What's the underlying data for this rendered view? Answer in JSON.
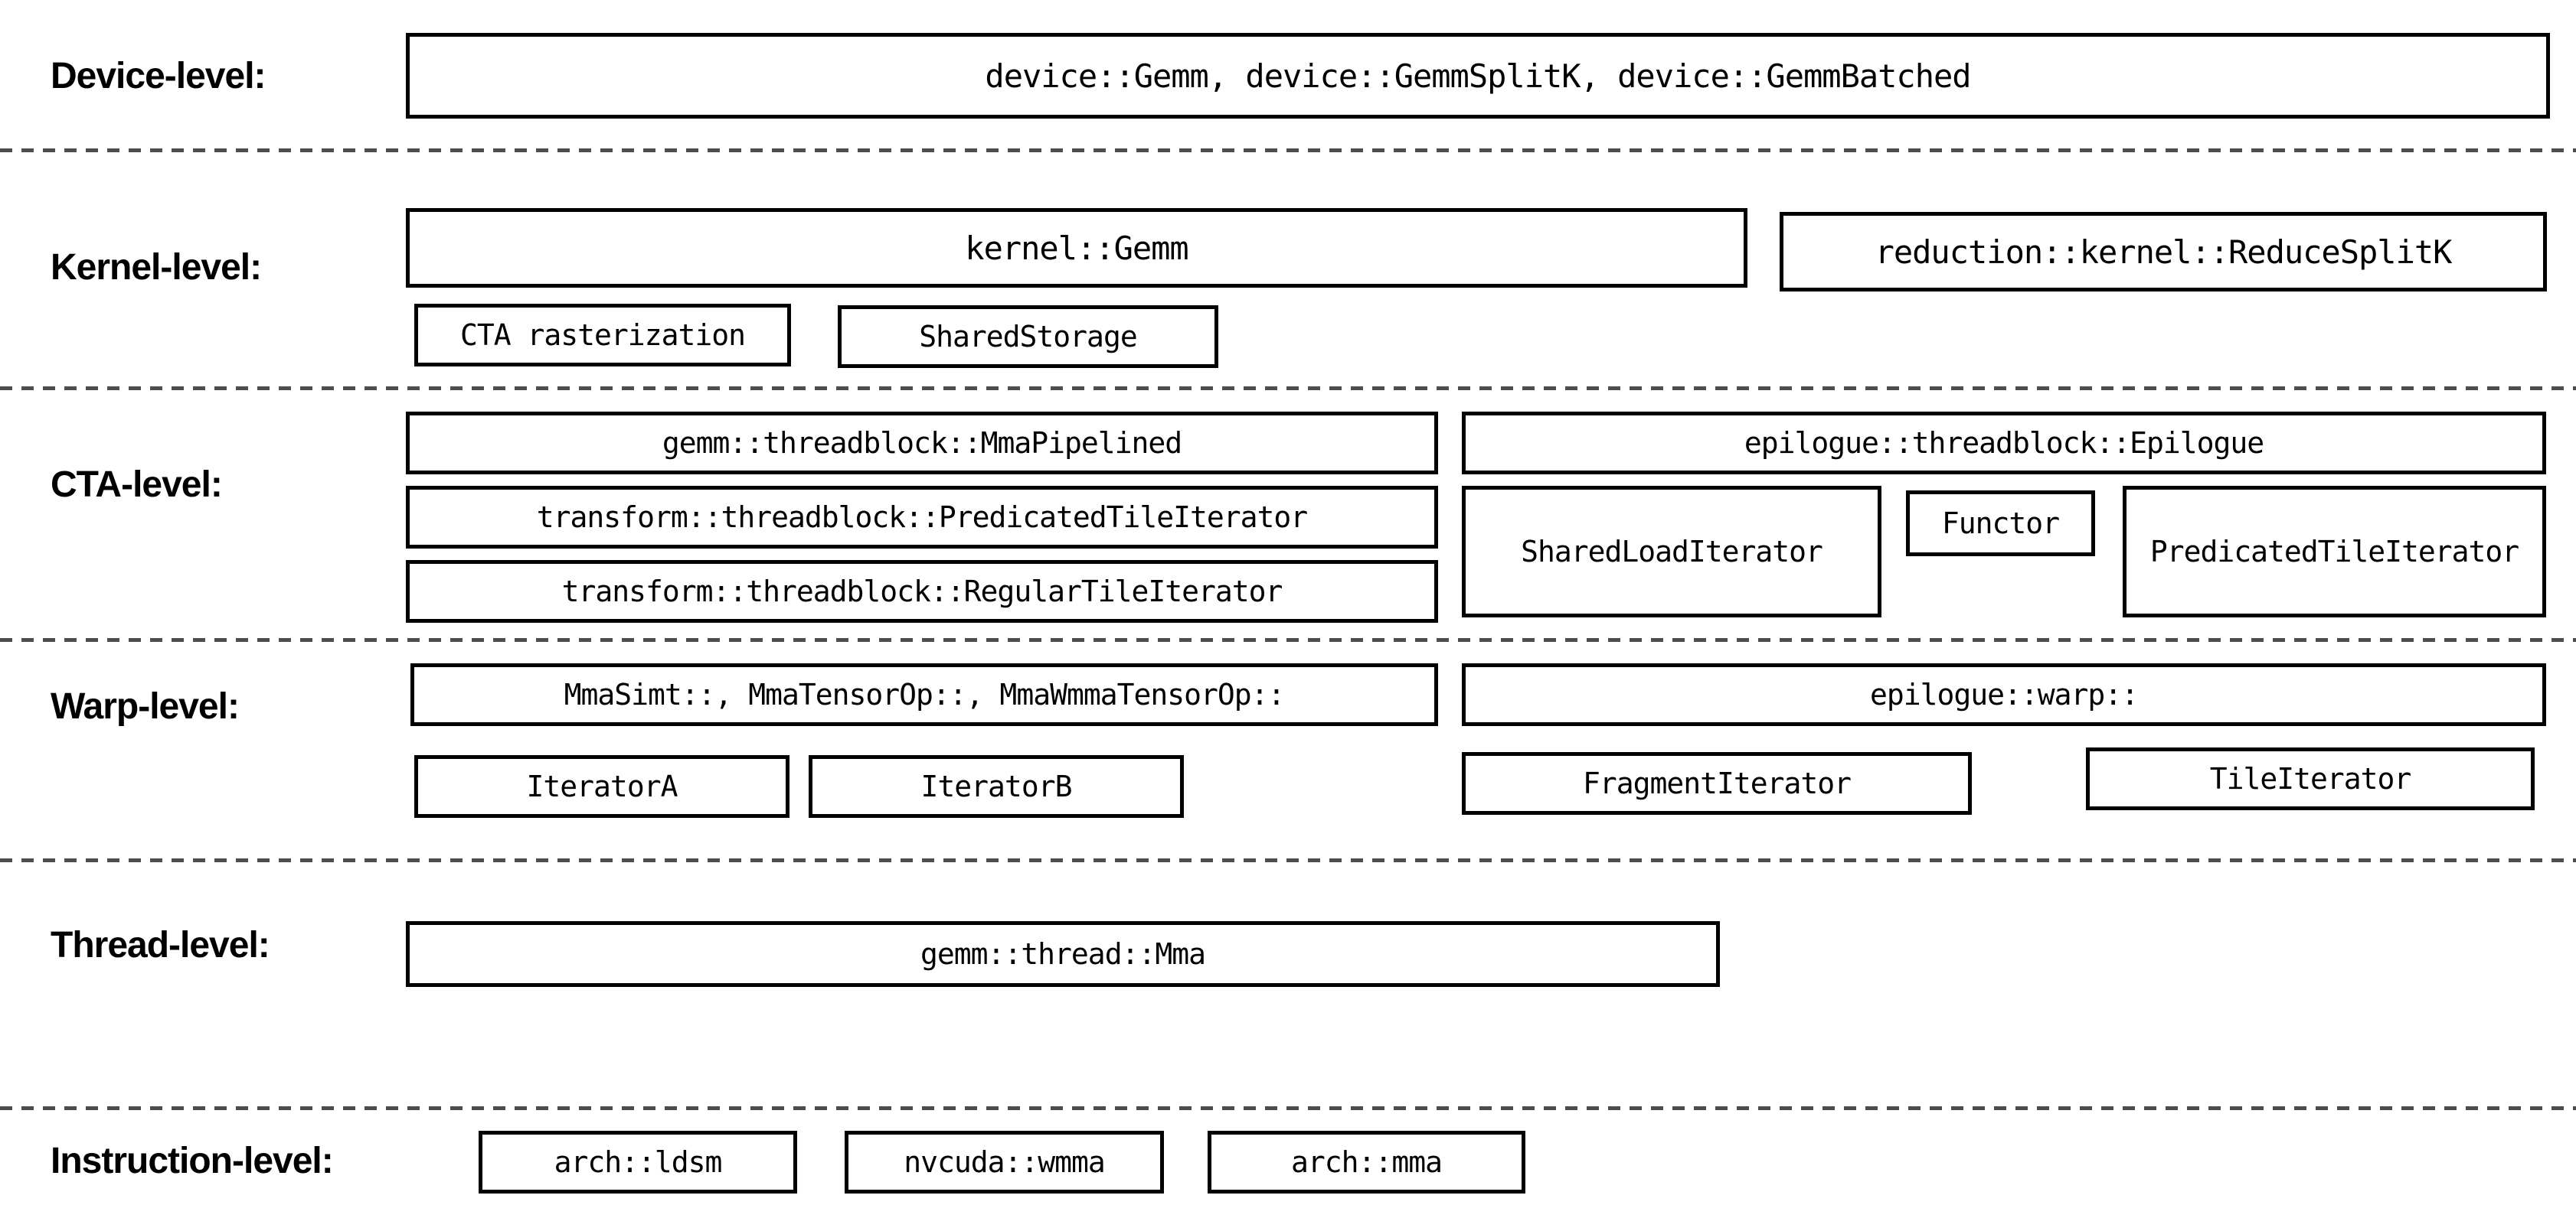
{
  "labels": {
    "device": "Device-level:",
    "kernel": "Kernel-level:",
    "cta": "CTA-level:",
    "warp": "Warp-level:",
    "thread": "Thread-level:",
    "instruction": "Instruction-level:"
  },
  "boxes": {
    "device_gemm": "device::Gemm, device::GemmSplitK, device::GemmBatched",
    "kernel_gemm": "kernel::Gemm",
    "reduce_split_k": "reduction::kernel::ReduceSplitK",
    "cta_rasterization": "CTA rasterization",
    "shared_storage": "SharedStorage",
    "mma_pipelined": "gemm::threadblock::MmaPipelined",
    "epilogue_threadblock": "epilogue::threadblock::Epilogue",
    "transform_predicated_tile_iterator": "transform::threadblock::PredicatedTileIterator",
    "shared_load_iterator": "SharedLoadIterator",
    "functor": "Functor",
    "epilogue_predicated_tile_iterator": "PredicatedTileIterator",
    "transform_regular_tile_iterator": "transform::threadblock::RegularTileIterator",
    "warp_mma": "MmaSimt::, MmaTensorOp::, MmaWmmaTensorOp::",
    "epilogue_warp": "epilogue::warp::",
    "iterator_a": "IteratorA",
    "iterator_b": "IteratorB",
    "fragment_iterator": "FragmentIterator",
    "tile_iterator": "TileIterator",
    "gemm_thread_mma": "gemm::thread::Mma",
    "arch_ldsm": "arch::ldsm",
    "nvcuda_wmma": "nvcuda::wmma",
    "arch_mma": "arch::mma"
  },
  "colors": {
    "border": "#000000",
    "text": "#000000",
    "separator": "#4d4d4d",
    "background": "#ffffff"
  }
}
